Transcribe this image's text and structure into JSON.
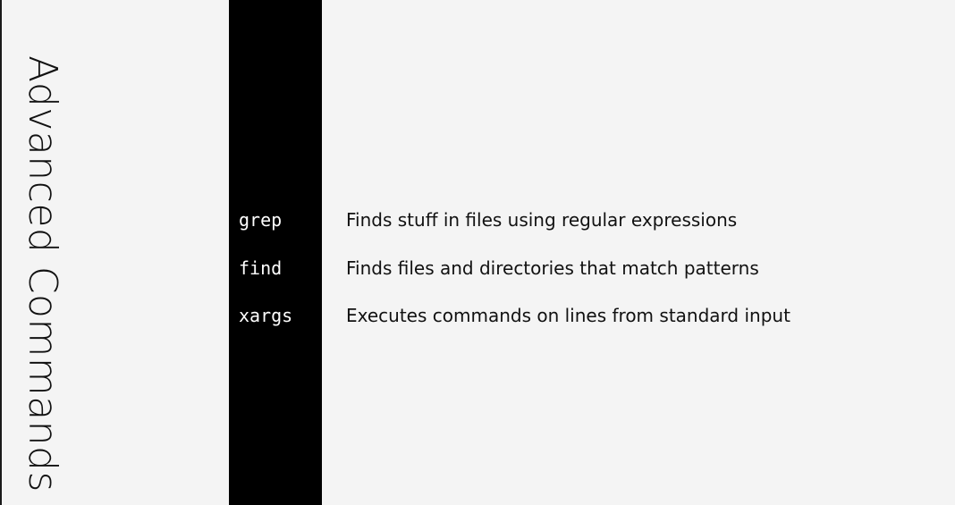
{
  "slide": {
    "title": "Advanced Commands",
    "commands": [
      {
        "name": "grep",
        "description": "Finds stuff in files using regular expressions"
      },
      {
        "name": "find",
        "description": "Finds files and directories that match patterns"
      },
      {
        "name": "xargs",
        "description": "Executes commands on lines from standard input"
      }
    ]
  },
  "colors": {
    "background": "#f4f4f4",
    "command_column": "#000000",
    "command_text": "#ffffff",
    "text": "#111111"
  }
}
